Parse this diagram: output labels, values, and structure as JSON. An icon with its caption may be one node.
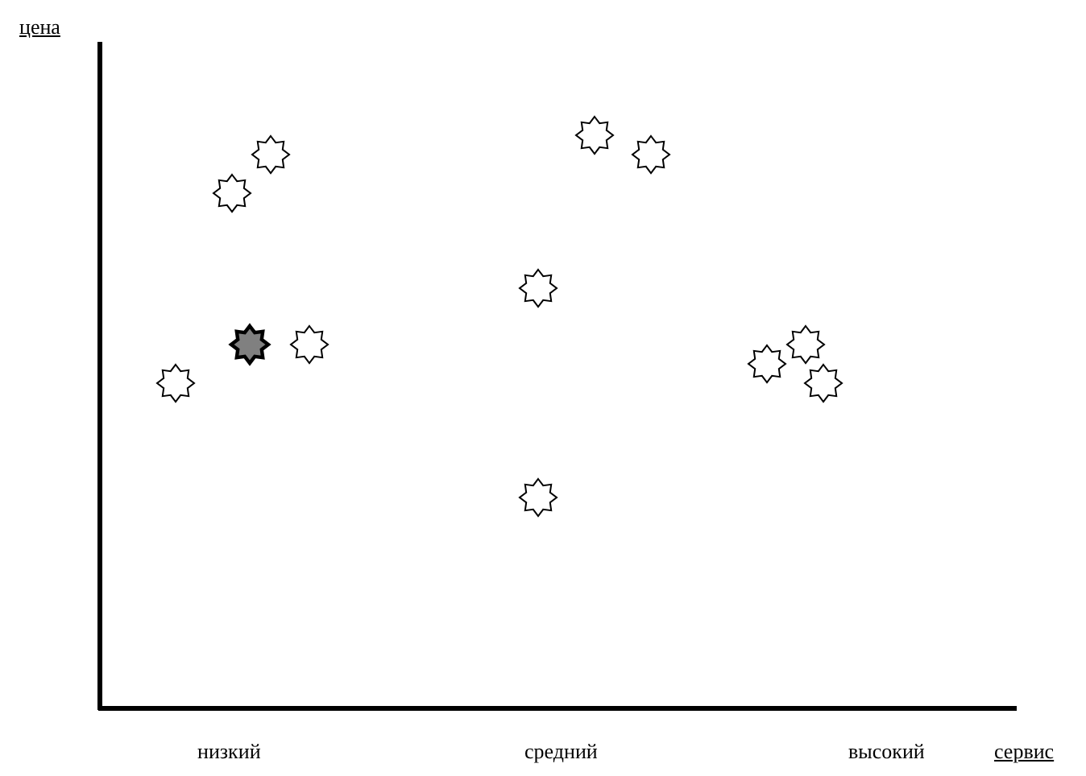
{
  "diagram": {
    "labels": [
      "цена",
      "низкий",
      "средний",
      "высокий",
      "сервис"
    ]
  }
}
